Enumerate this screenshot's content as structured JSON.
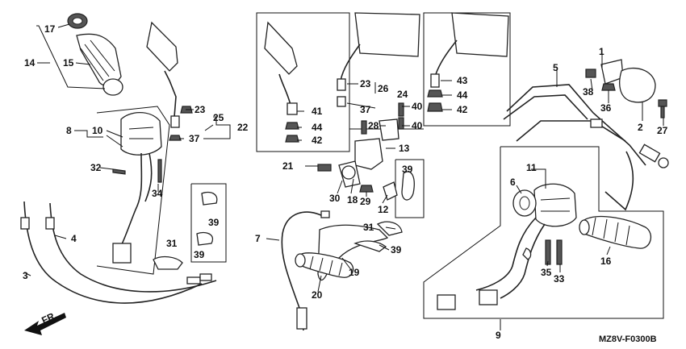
{
  "callouts": [
    {
      "id": "c17",
      "text": "17"
    },
    {
      "id": "c14",
      "text": "14"
    },
    {
      "id": "c15",
      "text": "15"
    },
    {
      "id": "c23a",
      "text": "23"
    },
    {
      "id": "c25",
      "text": "25"
    },
    {
      "id": "c22",
      "text": "22"
    },
    {
      "id": "c37a",
      "text": "37"
    },
    {
      "id": "c8",
      "text": "8"
    },
    {
      "id": "c10",
      "text": "10"
    },
    {
      "id": "c32",
      "text": "32"
    },
    {
      "id": "c34",
      "text": "34"
    },
    {
      "id": "c4",
      "text": "4"
    },
    {
      "id": "c3",
      "text": "3"
    },
    {
      "id": "c31a",
      "text": "31"
    },
    {
      "id": "c39a",
      "text": "39"
    },
    {
      "id": "c39b",
      "text": "39"
    },
    {
      "id": "c41",
      "text": "41"
    },
    {
      "id": "c44a",
      "text": "44"
    },
    {
      "id": "c42a",
      "text": "42"
    },
    {
      "id": "c23b",
      "text": "23"
    },
    {
      "id": "c26",
      "text": "26"
    },
    {
      "id": "c24",
      "text": "24"
    },
    {
      "id": "c37b",
      "text": "37"
    },
    {
      "id": "c40a",
      "text": "40"
    },
    {
      "id": "c40b",
      "text": "40"
    },
    {
      "id": "c28",
      "text": "28"
    },
    {
      "id": "c13",
      "text": "13"
    },
    {
      "id": "c21",
      "text": "21"
    },
    {
      "id": "c30",
      "text": "30"
    },
    {
      "id": "c18",
      "text": "18"
    },
    {
      "id": "c29",
      "text": "29"
    },
    {
      "id": "c12",
      "text": "12"
    },
    {
      "id": "c39c",
      "text": "39"
    },
    {
      "id": "c7",
      "text": "7"
    },
    {
      "id": "c31b",
      "text": "31"
    },
    {
      "id": "c39d",
      "text": "39"
    },
    {
      "id": "c19",
      "text": "19"
    },
    {
      "id": "c20",
      "text": "20"
    },
    {
      "id": "c43",
      "text": "43"
    },
    {
      "id": "c44b",
      "text": "44"
    },
    {
      "id": "c42b",
      "text": "42"
    },
    {
      "id": "c5",
      "text": "5"
    },
    {
      "id": "c1",
      "text": "1"
    },
    {
      "id": "c38",
      "text": "38"
    },
    {
      "id": "c36",
      "text": "36"
    },
    {
      "id": "c2",
      "text": "2"
    },
    {
      "id": "c27",
      "text": "27"
    },
    {
      "id": "c11",
      "text": "11"
    },
    {
      "id": "c6",
      "text": "6"
    },
    {
      "id": "c35",
      "text": "35"
    },
    {
      "id": "c33",
      "text": "33"
    },
    {
      "id": "c16",
      "text": "16"
    },
    {
      "id": "c9",
      "text": "9"
    }
  ],
  "direction_label": "FR.",
  "diagram_code": "MZ8V-F0300B"
}
